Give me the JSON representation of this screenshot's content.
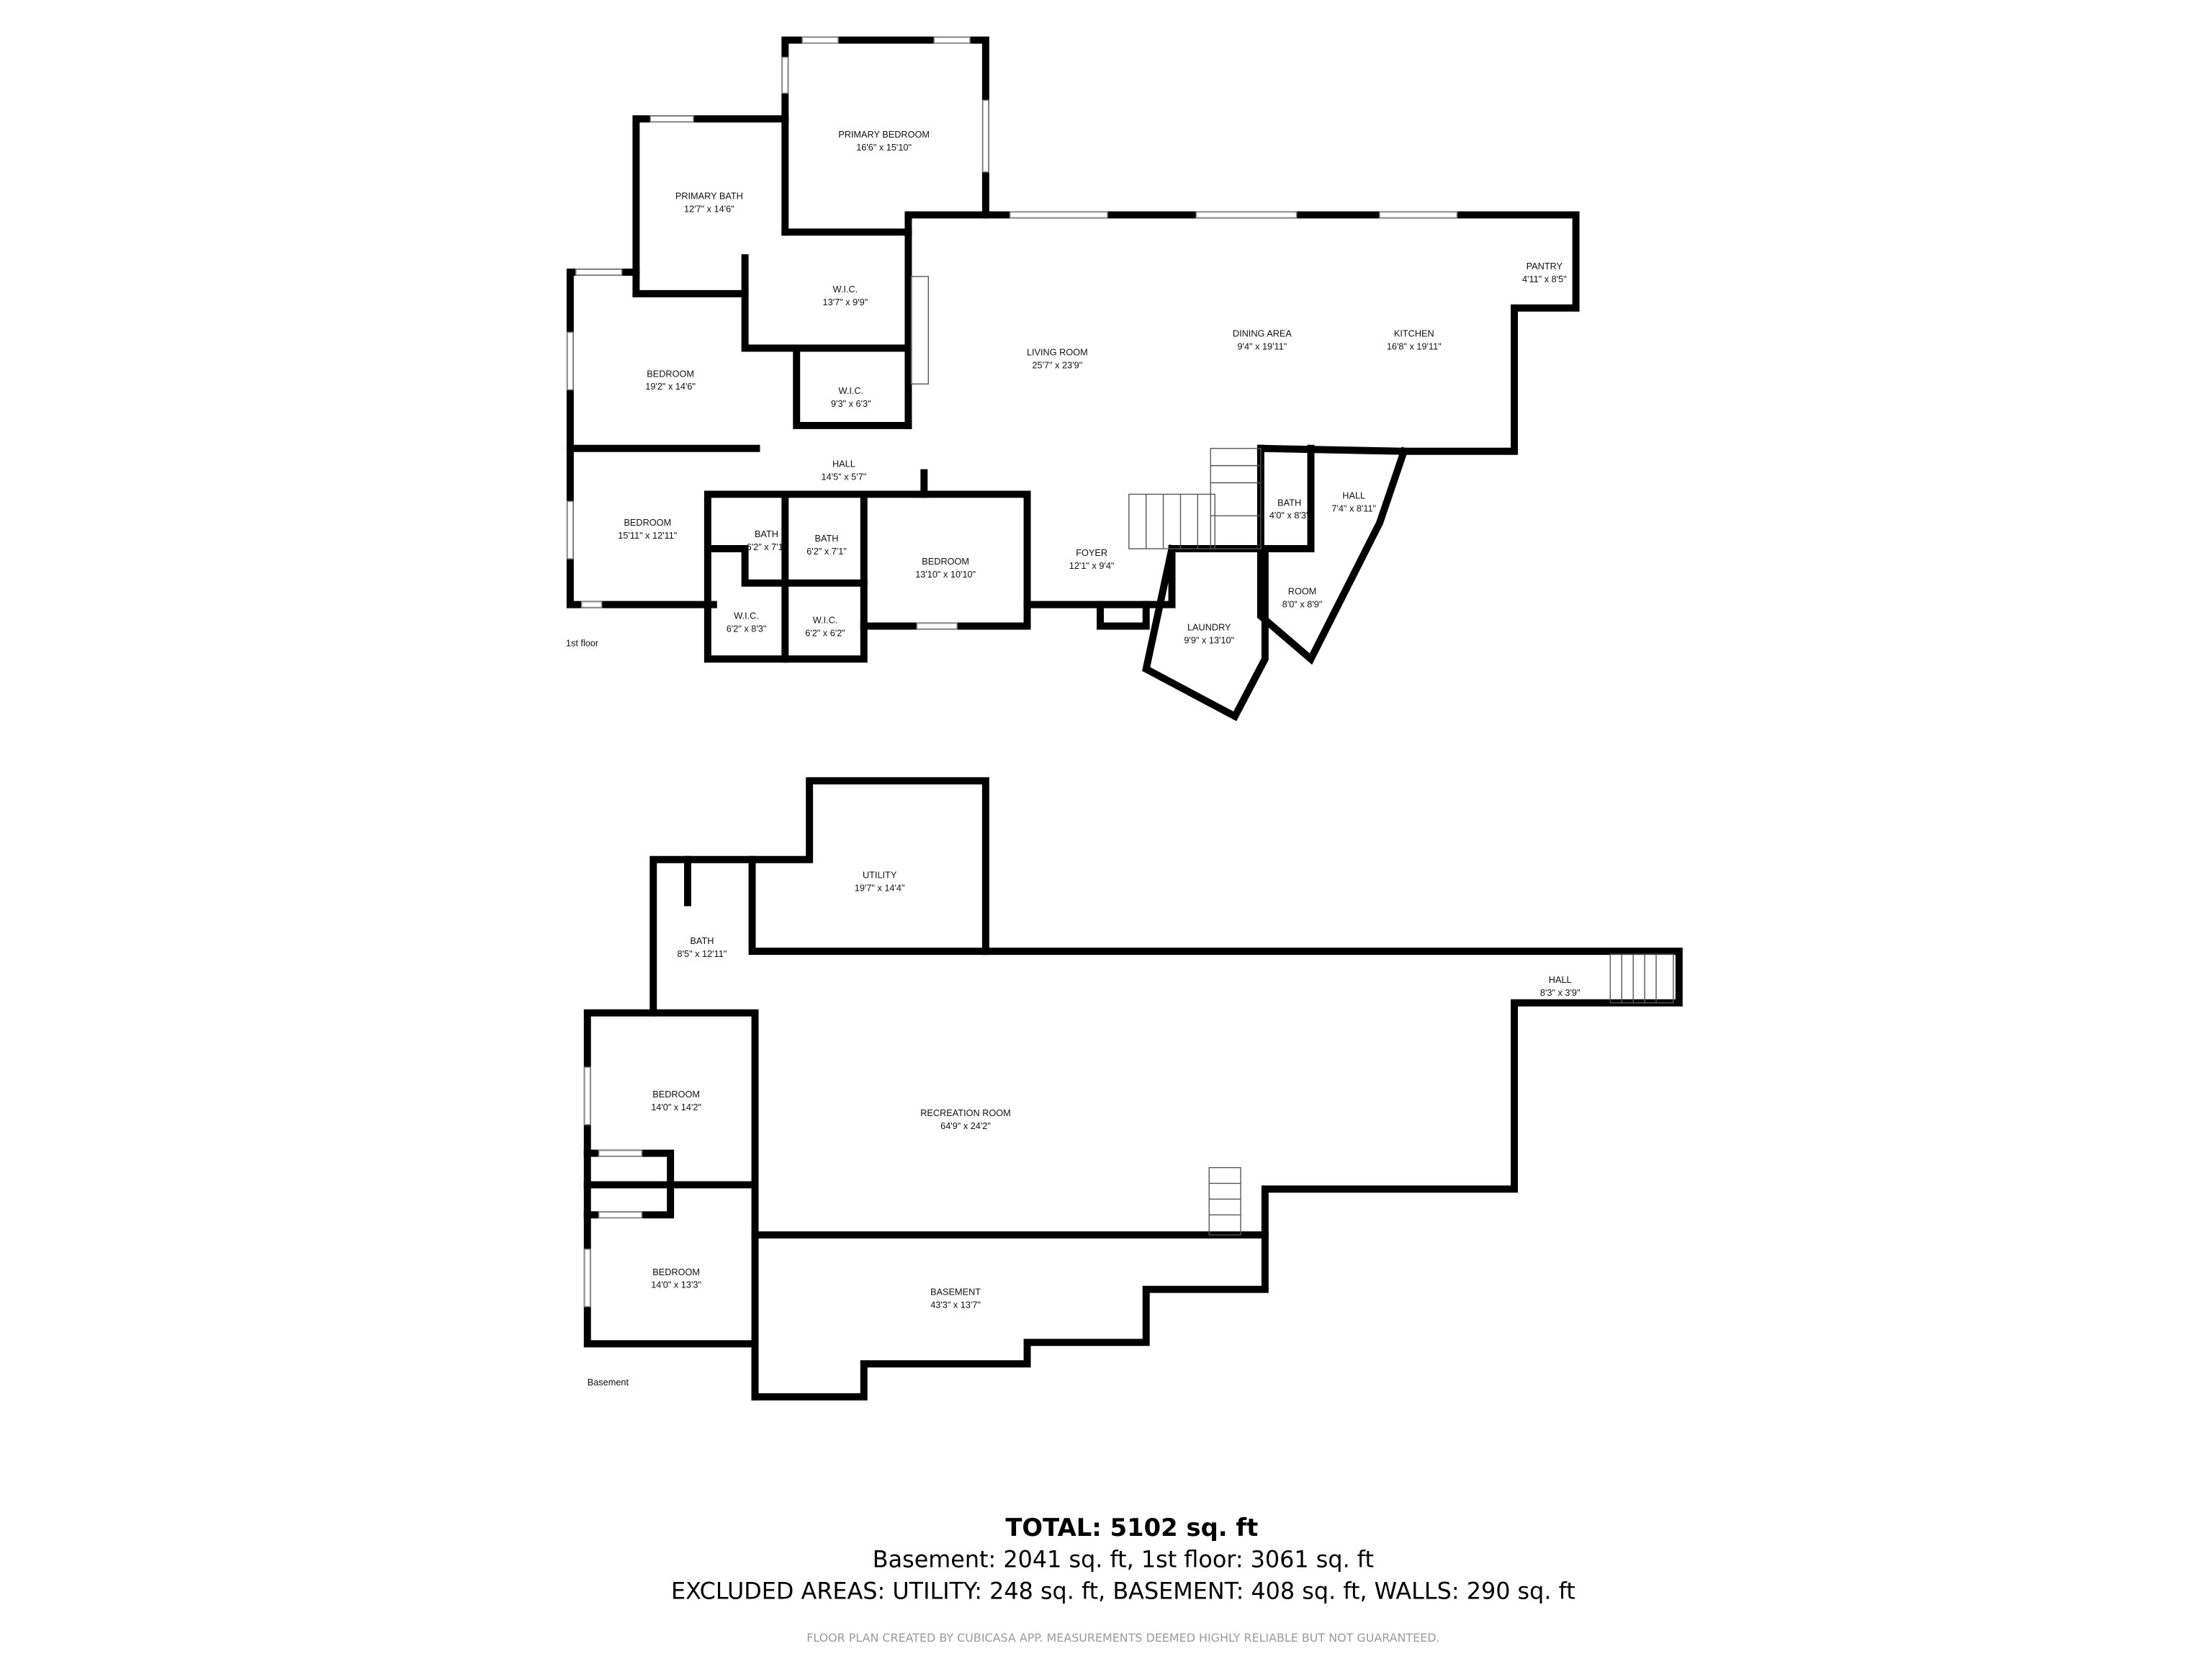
{
  "first_floor": {
    "label": "1st floor",
    "rooms": [
      {
        "name": "PRIMARY BEDROOM",
        "dims": "16'6\" x 15'10\""
      },
      {
        "name": "PRIMARY BATH",
        "dims": "12'7\" x 14'6\""
      },
      {
        "name": "W.I.C.",
        "dims": "13'7\" x 9'9\""
      },
      {
        "name": "BEDROOM",
        "dims": "19'2\" x 14'6\""
      },
      {
        "name": "W.I.C.",
        "dims": "9'3\" x 6'3\""
      },
      {
        "name": "LIVING ROOM",
        "dims": "25'7\" x 23'9\""
      },
      {
        "name": "DINING AREA",
        "dims": "9'4\" x 19'11\""
      },
      {
        "name": "KITCHEN",
        "dims": "16'8\" x 19'11\""
      },
      {
        "name": "PANTRY",
        "dims": "4'11\" x 8'5\""
      },
      {
        "name": "HALL",
        "dims": "14'5\" x 5'7\""
      },
      {
        "name": "BEDROOM",
        "dims": "15'11\" x 12'11\""
      },
      {
        "name": "BATH",
        "dims": "6'2\" x 7'1\""
      },
      {
        "name": "BATH",
        "dims": "6'2\" x 7'1\""
      },
      {
        "name": "BEDROOM",
        "dims": "13'10\" x 10'10\""
      },
      {
        "name": "W.I.C.",
        "dims": "6'2\" x 8'3\""
      },
      {
        "name": "W.I.C.",
        "dims": "6'2\" x 6'2\""
      },
      {
        "name": "FOYER",
        "dims": "12'1\" x 9'4\""
      },
      {
        "name": "BATH",
        "dims": "4'0\" x 8'3\""
      },
      {
        "name": "HALL",
        "dims": "7'4\" x 8'11\""
      },
      {
        "name": "ROOM",
        "dims": "8'0\" x 8'9\""
      },
      {
        "name": "LAUNDRY",
        "dims": "9'9\" x 13'10\""
      }
    ]
  },
  "basement": {
    "label": "Basement",
    "rooms": [
      {
        "name": "UTILITY",
        "dims": "19'7\" x 14'4\""
      },
      {
        "name": "BATH",
        "dims": "8'5\" x 12'11\""
      },
      {
        "name": "HALL",
        "dims": "8'3\" x 3'9\""
      },
      {
        "name": "BEDROOM",
        "dims": "14'0\" x 14'2\""
      },
      {
        "name": "RECREATION ROOM",
        "dims": "64'9\" x 24'2\""
      },
      {
        "name": "BEDROOM",
        "dims": "14'0\" x 13'3\""
      },
      {
        "name": "BASEMENT",
        "dims": "43'3\" x 13'7\""
      }
    ]
  },
  "summary": {
    "total": "TOTAL: 5102 sq. ft",
    "floors": "Basement: 2041 sq. ft, 1st floor: 3061 sq. ft",
    "excluded": "EXCLUDED AREAS: UTILITY: 248 sq. ft, BASEMENT: 408 sq. ft, WALLS: 290 sq. ft",
    "disclaimer": "FLOOR PLAN CREATED BY CUBICASA APP. MEASUREMENTS DEEMED HIGHLY RELIABLE BUT NOT GUARANTEED."
  },
  "colors": {
    "walls": "#000000",
    "disclaimer": "#9a9a9a"
  }
}
